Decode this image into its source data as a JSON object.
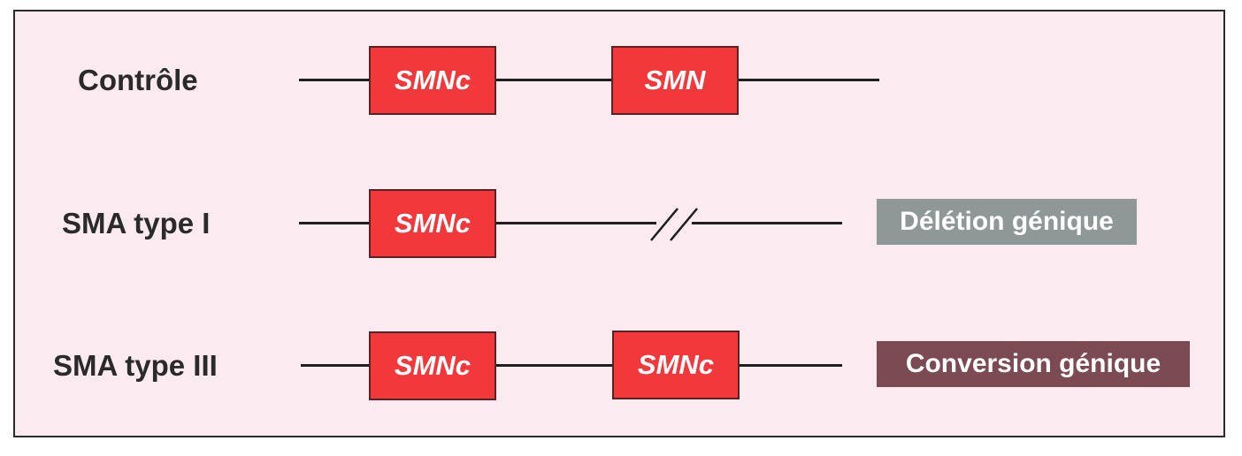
{
  "rows": [
    {
      "label": "Contrôle",
      "genes": [
        "SMNc",
        "SMN"
      ],
      "tag": ""
    },
    {
      "label": "SMA type I",
      "genes": [
        "SMNc"
      ],
      "tag": "Délétion génique"
    },
    {
      "label": "SMA type III",
      "genes": [
        "SMNc",
        "SMNc"
      ],
      "tag": "Conversion génique"
    }
  ],
  "colors": {
    "background": "#fbeaf0",
    "gene_fill": "#f2383a",
    "deletion_tag": "#8f9797",
    "conversion_tag": "#7b4a52"
  }
}
